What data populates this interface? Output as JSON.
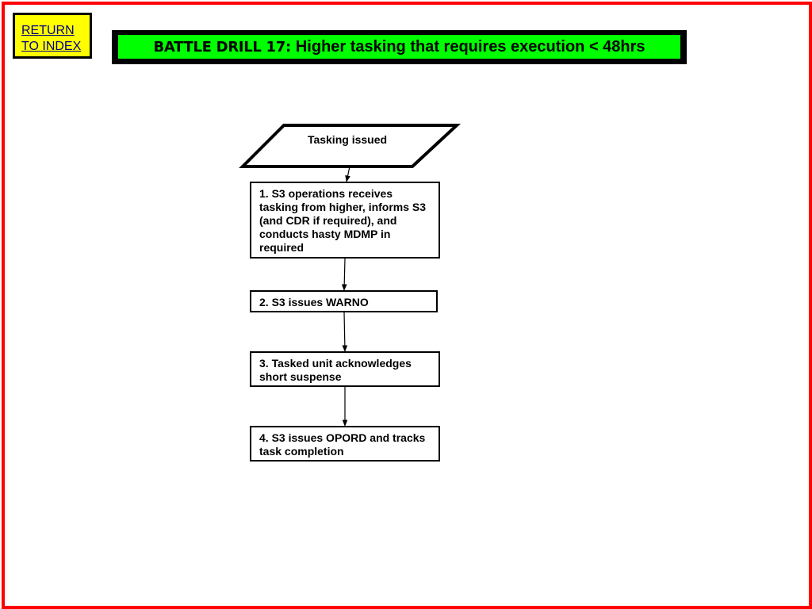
{
  "nav": {
    "return_label_line1": "RETURN",
    "return_label_line2": "TO INDEX"
  },
  "header": {
    "title_part1": "BATTLE DRILL 17:",
    "title_part2": "Higher tasking that requires execution < 48hrs"
  },
  "flowchart": {
    "start": "Tasking issued",
    "steps": [
      "1. S3 operations receives tasking from higher, informs S3 (and CDR if required), and conducts hasty MDMP in required",
      "2. S3 issues WARNO",
      "3. Tasked unit acknowledges short suspense",
      "4. S3 issues OPORD and tracks task completion"
    ]
  },
  "colors": {
    "frame": "#ff0000",
    "return_bg": "#ffff00",
    "title_bg": "#00ff00",
    "title_frame": "#000000"
  }
}
